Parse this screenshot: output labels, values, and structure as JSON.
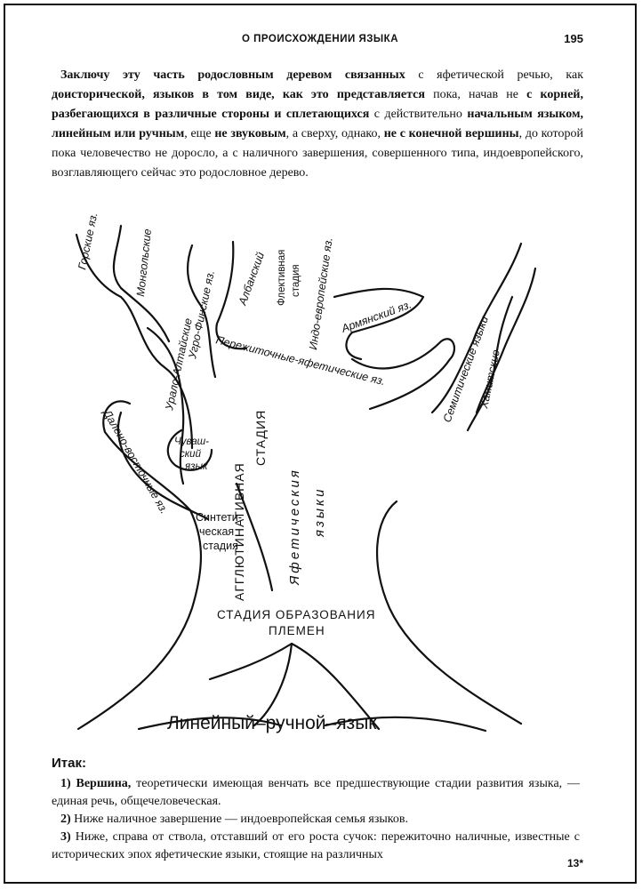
{
  "header": {
    "running_title": "О ПРОИСХОЖДЕНИИ ЯЗЫКА",
    "page_number": "195"
  },
  "intro": {
    "part1": "Заключу эту часть родословным деревом связанных",
    "part2": " с яфетической речью, как ",
    "part3": "доисторической, языков в том виде, как это представляется",
    "part4": " пока, начав не ",
    "part5": "с корней, разбегающихся в различные стороны и сплетающихся",
    "part6": " с действительно ",
    "part7": "начальным языком, линейным или ручным",
    "part8": ", еще ",
    "part9": "не звуковым",
    "part10": ", а сверху, однако, ",
    "part11": "не с конечной вершины",
    "part12": ", до которой пока человечество не доросло, а с наличного завершения, совершенного типа, индоевропейского, возглавляющего сейчас это родословное дерево."
  },
  "tree": {
    "labels": {
      "gorskie": "Горские яз.",
      "mongolskie": "Монгольские",
      "ural_altai": "Урало-Алтайские",
      "ugro_finskie": "Угро-Финские яз.",
      "albanskiy": "Албанский",
      "flektivnaya": "Флективная",
      "stadiya": "стадия",
      "indoevr": "Индо-европейские яз.",
      "armyanskiy": "Армянский яз.",
      "perezhitochnye": "Пережиточные-яфетические яз.",
      "semiticheskie": "Семитические языки",
      "hamitskie": "Хамитские",
      "chuvash1": "Чуваш-",
      "chuvash2": "ский",
      "chuvash3": "язык",
      "dalneyvost": "Далено-восточные яз.",
      "agglut1": "АГГЛЮТИНАТИВНАЯ",
      "agglut2": "СТАДИЯ",
      "yafet": "Яфетическия",
      "yazyki": "языки",
      "sint1": "Синтети-",
      "sint2": "ческая",
      "sint3": "стадия",
      "obraz1": "СТАДИЯ ОБРАЗОВАНИЯ",
      "obraz2": "ПЛЕМЕН",
      "lineyniy": "Линейный–ручной–язык"
    }
  },
  "summary": {
    "title": "Итак:",
    "item1_bold": "1) Вершина,",
    "item1_text": " теоретически имеющая венчать все предшествующие стадии развития языка, — единая речь, общечеловеческая.",
    "item2_bold": "2) ",
    "item2_text": "Ниже наличное завершение — индоевропейская семья языков.",
    "item3_bold": "3) ",
    "item3_text": "Ниже, справа от ствола, отставший от его роста сучок: пережиточно наличные, известные с исторических эпох яфетические языки, стоящие на различных"
  },
  "footer": {
    "signature": "13*"
  }
}
